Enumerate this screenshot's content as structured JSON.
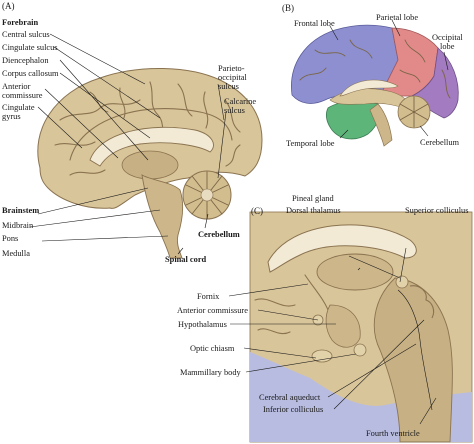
{
  "panels": {
    "a": "(A)",
    "b": "(B)",
    "c": "(C)"
  },
  "panel_a": {
    "forebrain": "Forebrain",
    "central_sulcus": "Central sulcus",
    "cingulate_sulcus": "Cingulate sulcus",
    "diencephalon": "Diencephalon",
    "corpus_callosum": "Corpus callosum",
    "anterior_commissure_1": "Anterior",
    "anterior_commissure_2": "commissure",
    "cingulate_gyrus_1": "Cingulate",
    "cingulate_gyrus_2": "gyrus",
    "parieto_occipital_1": "Parieto-",
    "parieto_occipital_2": "occipital",
    "parieto_occipital_3": "sulcus",
    "calcarine_1": "Calcarine",
    "calcarine_2": "sulcus",
    "brainstem": "Brainstem",
    "midbrain": "Midbrain",
    "pons": "Pons",
    "medulla": "Medulla",
    "cerebellum": "Cerebellum",
    "spinal_cord": "Spinal cord"
  },
  "panel_b": {
    "frontal_lobe": "Frontal lobe",
    "parietal_lobe": "Parietal lobe",
    "occipital_lobe_1": "Occipital",
    "occipital_lobe_2": "lobe",
    "temporal_lobe": "Temporal lobe",
    "cerebellum": "Cerebellum"
  },
  "panel_c": {
    "pineal_gland": "Pineal gland",
    "dorsal_thalamus": "Dorsal thalamus",
    "superior_colliculus": "Superior colliculus",
    "fornix": "Fornix",
    "anterior_commissure": "Anterior commissure",
    "hypothalamus": "Hypothalamus",
    "optic_chiasm": "Optic chiasm",
    "mammillary_body": "Mammillary body",
    "cerebral_aqueduct": "Cerebral aqueduct",
    "inferior_colliculus": "Inferior colliculus",
    "fourth_ventricle": "Fourth ventricle"
  },
  "colors": {
    "brain_tan": "#d9c59a",
    "brain_dark": "#b89f70",
    "frontal": "#8d8fd0",
    "parietal": "#e28a8a",
    "occipital": "#a37bc0",
    "temporal": "#5db57a",
    "panel_c_bg": "#b8bce0"
  }
}
